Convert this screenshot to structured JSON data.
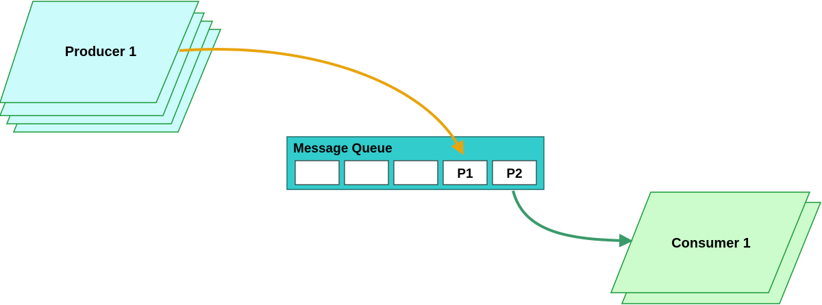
{
  "producer": {
    "label": "Producer 1",
    "fill": "#ccfbfb",
    "stroke": "#1a9a3a"
  },
  "consumer": {
    "label": "Consumer 1",
    "fill": "#ccfbcc",
    "stroke": "#1a9a3a"
  },
  "queue": {
    "title": "Message Queue",
    "fill": "#33cccc",
    "stroke": "#1f6f6f",
    "slots": [
      "",
      "",
      "",
      "P1",
      "P2"
    ]
  },
  "arrows": {
    "produce_color": "#e8a40c",
    "consume_color": "#3a9a6a"
  }
}
